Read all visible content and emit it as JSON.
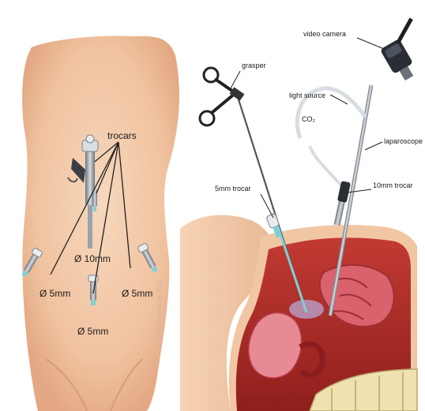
{
  "left_panel": {
    "trocars_label": "trocars",
    "size_center": "Ø 10mm",
    "size_left": "Ø 5mm",
    "size_right": "Ø 5mm",
    "size_bottom": "Ø 5mm",
    "watermark": "© www.medista.uk 2011"
  },
  "right_panel": {
    "grasper": "grasper",
    "video_camera": "video camera",
    "light_source": "light source",
    "co2": "CO₂",
    "laparoscope": "laparoscope",
    "trocar_5mm": "5mm trocar",
    "trocar_10mm": "10mm trocar"
  },
  "colors": {
    "skin": "#f3cba9",
    "skin_shadow": "#e2aa86",
    "tissue_red": "#b32f2a",
    "organ_pink": "#e07a83",
    "bone": "#efe2b0",
    "steel": "#9aa3ad",
    "teal": "#7fd0d6"
  }
}
